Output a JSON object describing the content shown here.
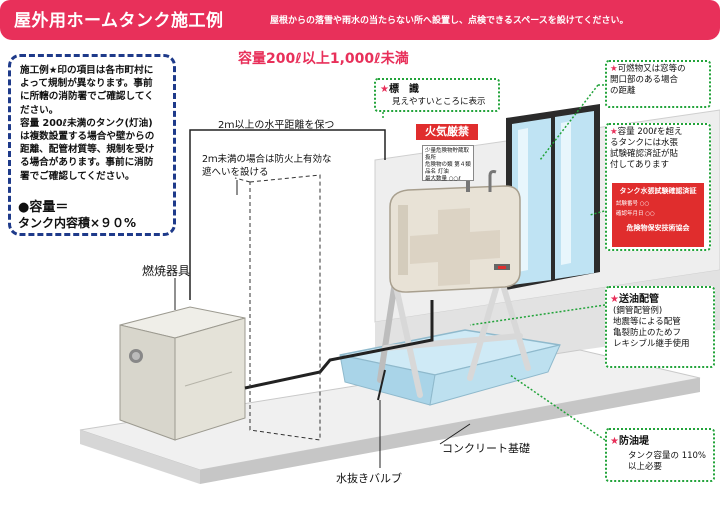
{
  "banner": {
    "title": "屋外用ホームタンク施工例",
    "subtitle": "屋根からの落雪や雨水の当たらない所へ設置し、点検できるスペースを設けてください。"
  },
  "capacity": "容量200ℓ以上1,000ℓ未満",
  "note": {
    "text": "施工例★印の項目は各市町村に\nよって規制が異なります。事前\nに所轄の消防署でご確認してく\nださい。\n容量 200ℓ未満のタンク(灯油)\nは複数設置する場合や壁からの\n距離、配管材質等、規制を受け\nる場合があります。事前に消防\n署でご確認してください。",
    "volume_title": "●容量＝",
    "volume_body": "タンク内容積×９０%"
  },
  "labels": {
    "horizontal_distance": "2ｍ以上の水平距離を保つ",
    "fire_wall": "2ｍ未満の場合は防火上有効な\n遮へいを設ける",
    "burner": "燃焼器具",
    "concrete": "コンクリート基礎",
    "drain_valve": "水抜きバルブ"
  },
  "callouts": {
    "sign": {
      "title": "標　識",
      "text": "見えやすいところに表示"
    },
    "opening": {
      "text": "可燃物又は窓等の\n開口部のある場合\nの距離"
    },
    "test": {
      "text": "容量 200ℓを超え\nるタンクには水張\n試験確認済証が貼\n付してあります"
    },
    "pipe": {
      "title": "送油配管",
      "text": "(鋼管配管例)\n地震等による配管\n亀裂防止のためフ\nレキシブル継手使用"
    },
    "dike": {
      "title": "防油堤",
      "text": "タンク容量の 110%\n以上必要"
    }
  },
  "signs": {
    "fire_strict": "火気厳禁",
    "test_cert": "タンク水張試験確認済証",
    "safety_assoc": "危険物保安技術協会",
    "tiny": "少量危険物貯蔵取扱所\n危険物の類 第４類\n品名 灯油\n最大数量 ○○ℓ",
    "test_tiny": "試験番号 ○○\n確認年月日 ○○"
  },
  "colors": {
    "banner": "#e8305a",
    "note_border": "#1e3a8a",
    "callout_border": "#22a33a",
    "sign_red": "#e02d2d"
  }
}
